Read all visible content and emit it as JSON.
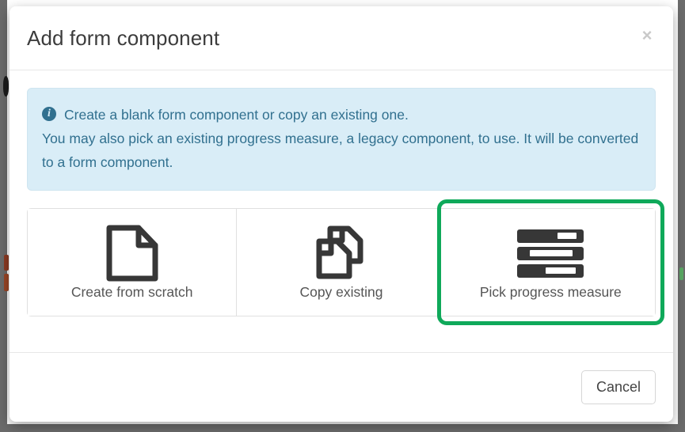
{
  "modal": {
    "title": "Add form component",
    "close_label": "×",
    "info": {
      "icon": "info-circle-icon",
      "icon_glyph": "i",
      "line1": "Create a blank form component or copy an existing one.",
      "line2": "You may also pick an existing progress measure, a legacy component, to use. It will be converted to a form component.",
      "background_color": "#d9edf7",
      "text_color": "#31708f"
    },
    "options": [
      {
        "label": "Create from scratch",
        "icon": "document-icon",
        "focused": false
      },
      {
        "label": "Copy existing",
        "icon": "copy-documents-icon",
        "focused": false
      },
      {
        "label": "Pick progress measure",
        "icon": "progress-bars-icon",
        "focused": true
      }
    ],
    "footer": {
      "cancel_label": "Cancel"
    },
    "focus_ring_color": "#0fa95a"
  }
}
